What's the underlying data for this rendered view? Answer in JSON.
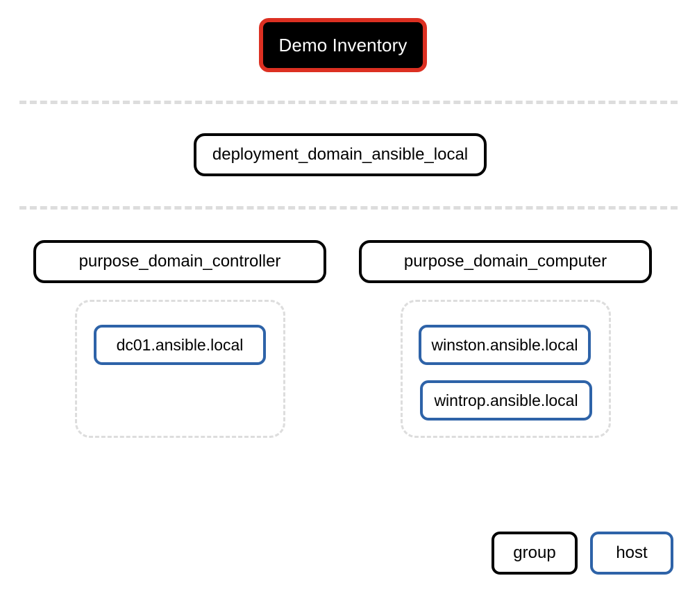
{
  "diagram": {
    "type": "tree",
    "title": "Demo Inventory",
    "colors": {
      "root_fill": "#000000",
      "root_text": "#ffffff",
      "root_border": "#DC3022",
      "group_border": "#000000",
      "host_border": "#2E63A8",
      "cluster_border": "#DDDDDD",
      "separator": "#DDDDDD",
      "background": "#ffffff"
    },
    "root": {
      "label": "Demo Inventory",
      "kind": "inventory"
    },
    "levels": [
      {
        "index": 1,
        "nodes": [
          {
            "label": "deployment_domain_ansible_local",
            "kind": "group"
          }
        ]
      },
      {
        "index": 2,
        "nodes": [
          {
            "label": "purpose_domain_controller",
            "kind": "group"
          },
          {
            "label": "purpose_domain_computer",
            "kind": "group"
          }
        ]
      }
    ],
    "clusters": [
      {
        "parent": "purpose_domain_controller",
        "hosts": [
          {
            "label": "dc01.ansible.local",
            "kind": "host"
          }
        ]
      },
      {
        "parent": "purpose_domain_computer",
        "hosts": [
          {
            "label": "winston.ansible.local",
            "kind": "host"
          },
          {
            "label": "wintrop.ansible.local",
            "kind": "host"
          }
        ]
      }
    ],
    "legend": {
      "items": [
        {
          "label": "group",
          "kind": "group"
        },
        {
          "label": "host",
          "kind": "host"
        }
      ]
    }
  }
}
